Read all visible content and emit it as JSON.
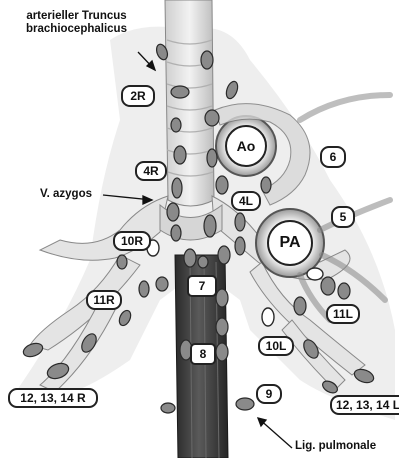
{
  "annotations": {
    "truncus_line1": "arterieller Truncus",
    "truncus_line2": "brachiocephalicus",
    "azygos": "V. azygos",
    "lig_pulmonale": "Lig. pulmonale"
  },
  "vessels": {
    "aorta": "Ao",
    "pulmonary_artery": "PA"
  },
  "stations": {
    "s2R": "2R",
    "s4R": "4R",
    "s4L": "4L",
    "s5": "5",
    "s6": "6",
    "s7": "7",
    "s8": "8",
    "s9": "9",
    "s10R": "10R",
    "s10L": "10L",
    "s11R": "11R",
    "s11L": "11L",
    "s12R": "12, 13, 14 R",
    "s12L": "12, 13, 14 L"
  },
  "colors": {
    "node_fill": "#8a8a8a",
    "node_stroke": "#2a2a2a",
    "esophagus": "#3a3a3a",
    "airway": "#e6e6e6"
  }
}
